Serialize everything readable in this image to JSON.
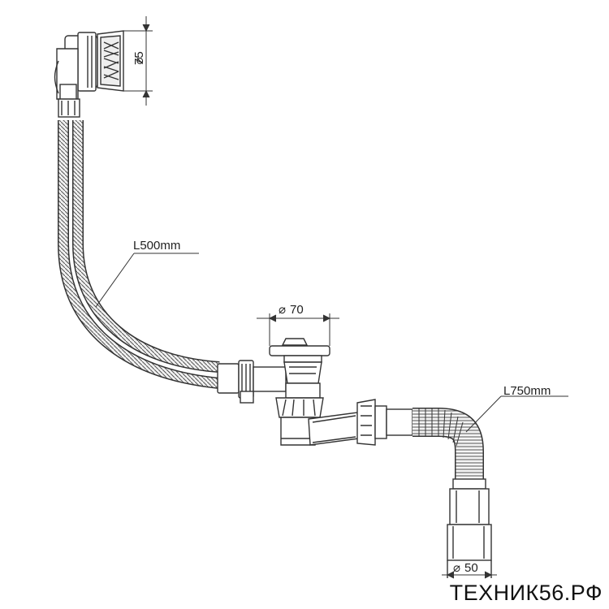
{
  "dimensions": {
    "overflow_diameter": "75",
    "drain_diameter": "70",
    "outlet_diameter": "50",
    "overflow_hose_length": "L500mm",
    "siphon_hose_length": "L750mm"
  },
  "watermark": "ТЕХНИК56.РФ"
}
